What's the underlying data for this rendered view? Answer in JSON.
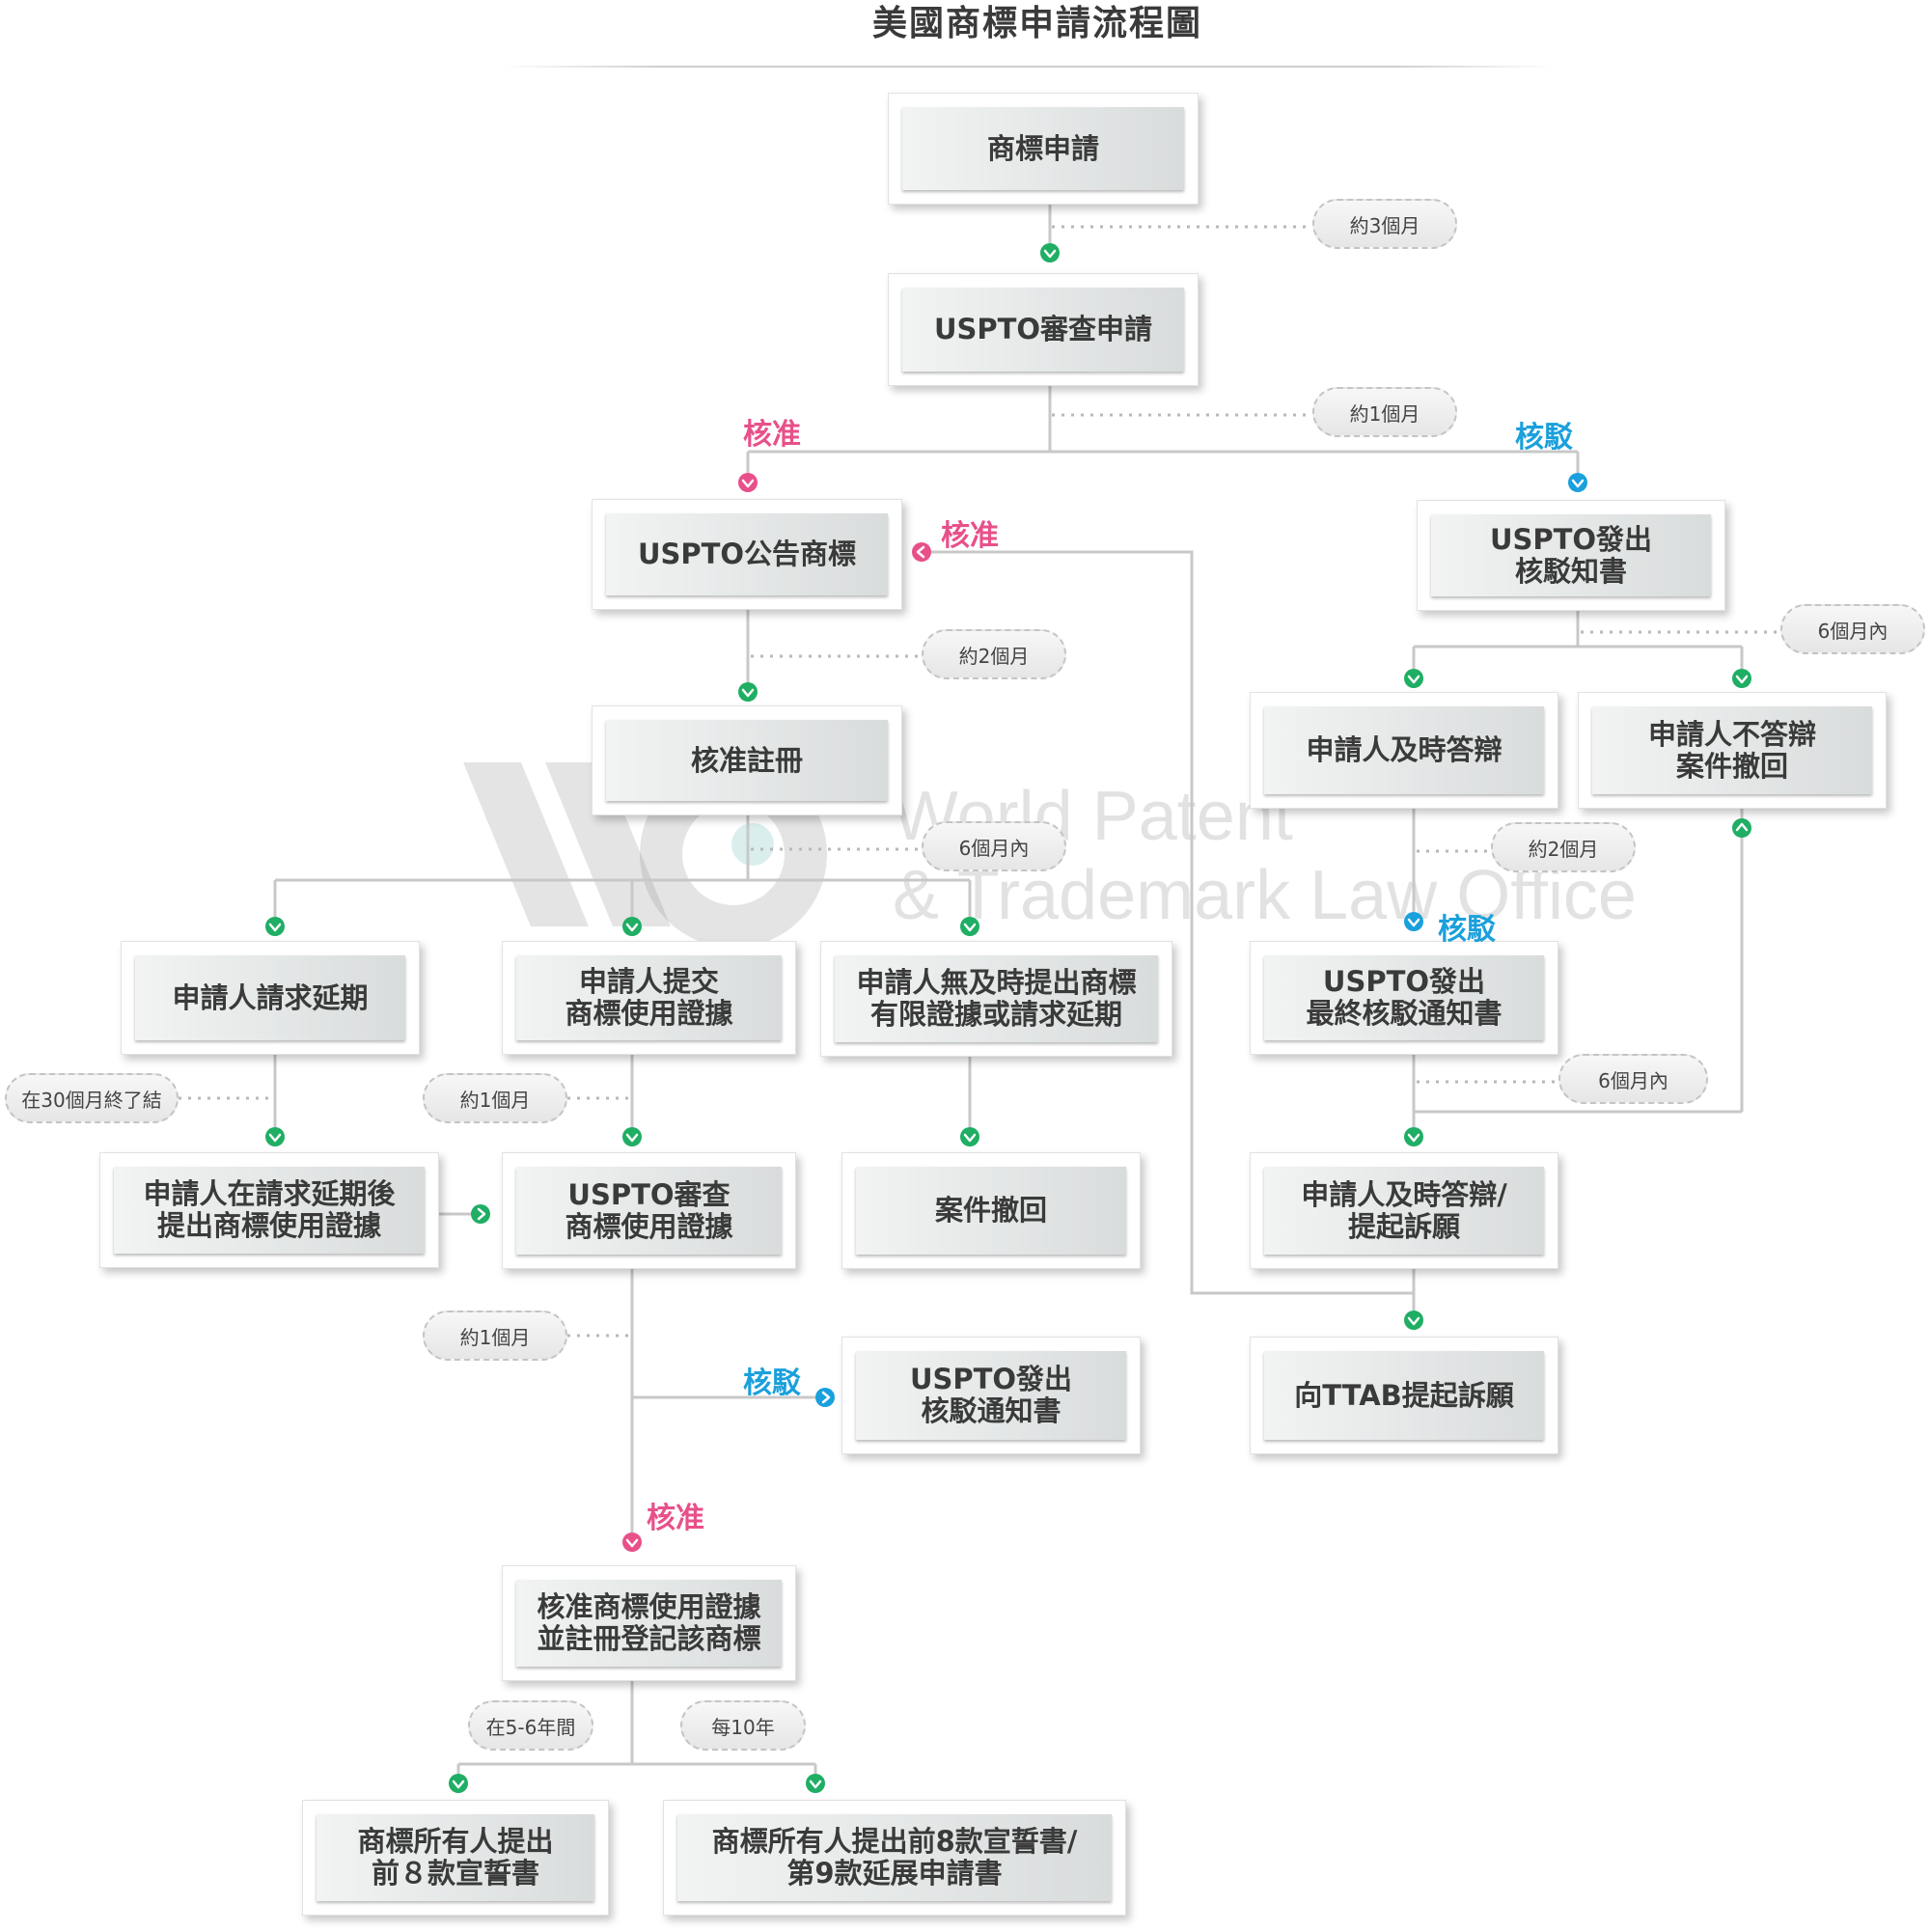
{
  "title": "美國商標申請流程圖",
  "watermark": {
    "line1": "World Patent",
    "line2": "& Trademark Law Office"
  },
  "colors": {
    "approve": "#e8508a",
    "reject": "#1aa0dc",
    "next": "#1fae64",
    "connector": "#c8c8c8"
  },
  "boxes": {
    "apply": "商標申請",
    "uspto_review": "USPTO審查申請",
    "publish": "USPTO公告商標",
    "office_action": "USPTO發出\n核駁知書",
    "register": "核准註冊",
    "respond": "申請人及時答辯",
    "no_respond": "申請人不答辯\n案件撤回",
    "ext_request": "申請人請求延期",
    "submit_use": "申請人提交\n商標使用證據",
    "no_timely": "申請人無及時提出商標\n有限證據或請求延期",
    "final_action": "USPTO發出\n最終核駁通知書",
    "after_ext": "申請人在請求延期後\n提出商標使用證據",
    "review_use": "USPTO審查\n商標使用證據",
    "withdrawn": "案件撤回",
    "respond_appeal": "申請人及時答辯/\n提起訴願",
    "reject_notice": "USPTO發出\n核駁通知書",
    "ttab": "向TTAB提起訴願",
    "approve_register": "核准商標使用證據\n並註冊登記該商標",
    "owner_8": "商標所有人提出\n前８款宣誓書",
    "owner_8_9": "商標所有人提出前8款宣誓書/\n第9款延展申請書"
  },
  "durations": {
    "d1": "約3個月",
    "d2": "約1個月",
    "d3": "約2個月",
    "d4": "6個月內",
    "d5": "6個月內",
    "d6": "約2個月",
    "d7": "在30個月終了結",
    "d8": "約1個月",
    "d9": "6個月內",
    "d10": "約1個月",
    "d11": "在5-6年間",
    "d12": "每10年"
  },
  "decisions": {
    "approve1": "核准",
    "reject1": "核駁",
    "approve2": "核准",
    "reject2": "核駁",
    "reject3": "核駁",
    "approve3": "核准"
  }
}
